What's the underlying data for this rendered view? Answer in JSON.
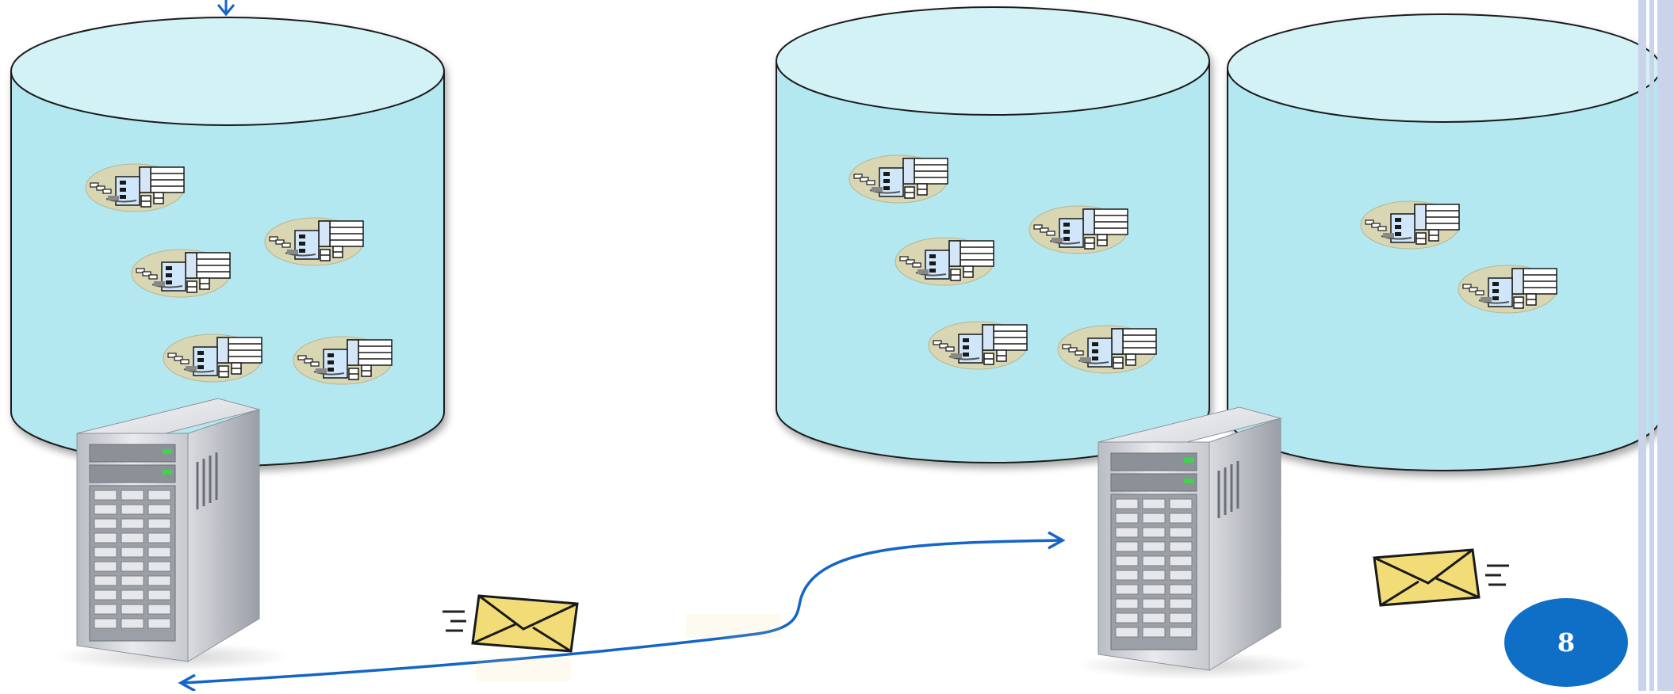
{
  "slide": {
    "page_number": "8"
  },
  "icons": {
    "database": "cylinder-database",
    "table_cluster": "table-schema-icon",
    "server": "server-tower-icon",
    "message": "envelope-message-icon",
    "arrow": "curved-arrow"
  },
  "colors": {
    "cylinder_fill": "#b3e8f0",
    "cylinder_top": "#d2f2f6",
    "arrow": "#1565c8",
    "badge": "#0f6fc6",
    "envelope": "#f2dc78",
    "side_stripe": "#c9d3ea"
  }
}
